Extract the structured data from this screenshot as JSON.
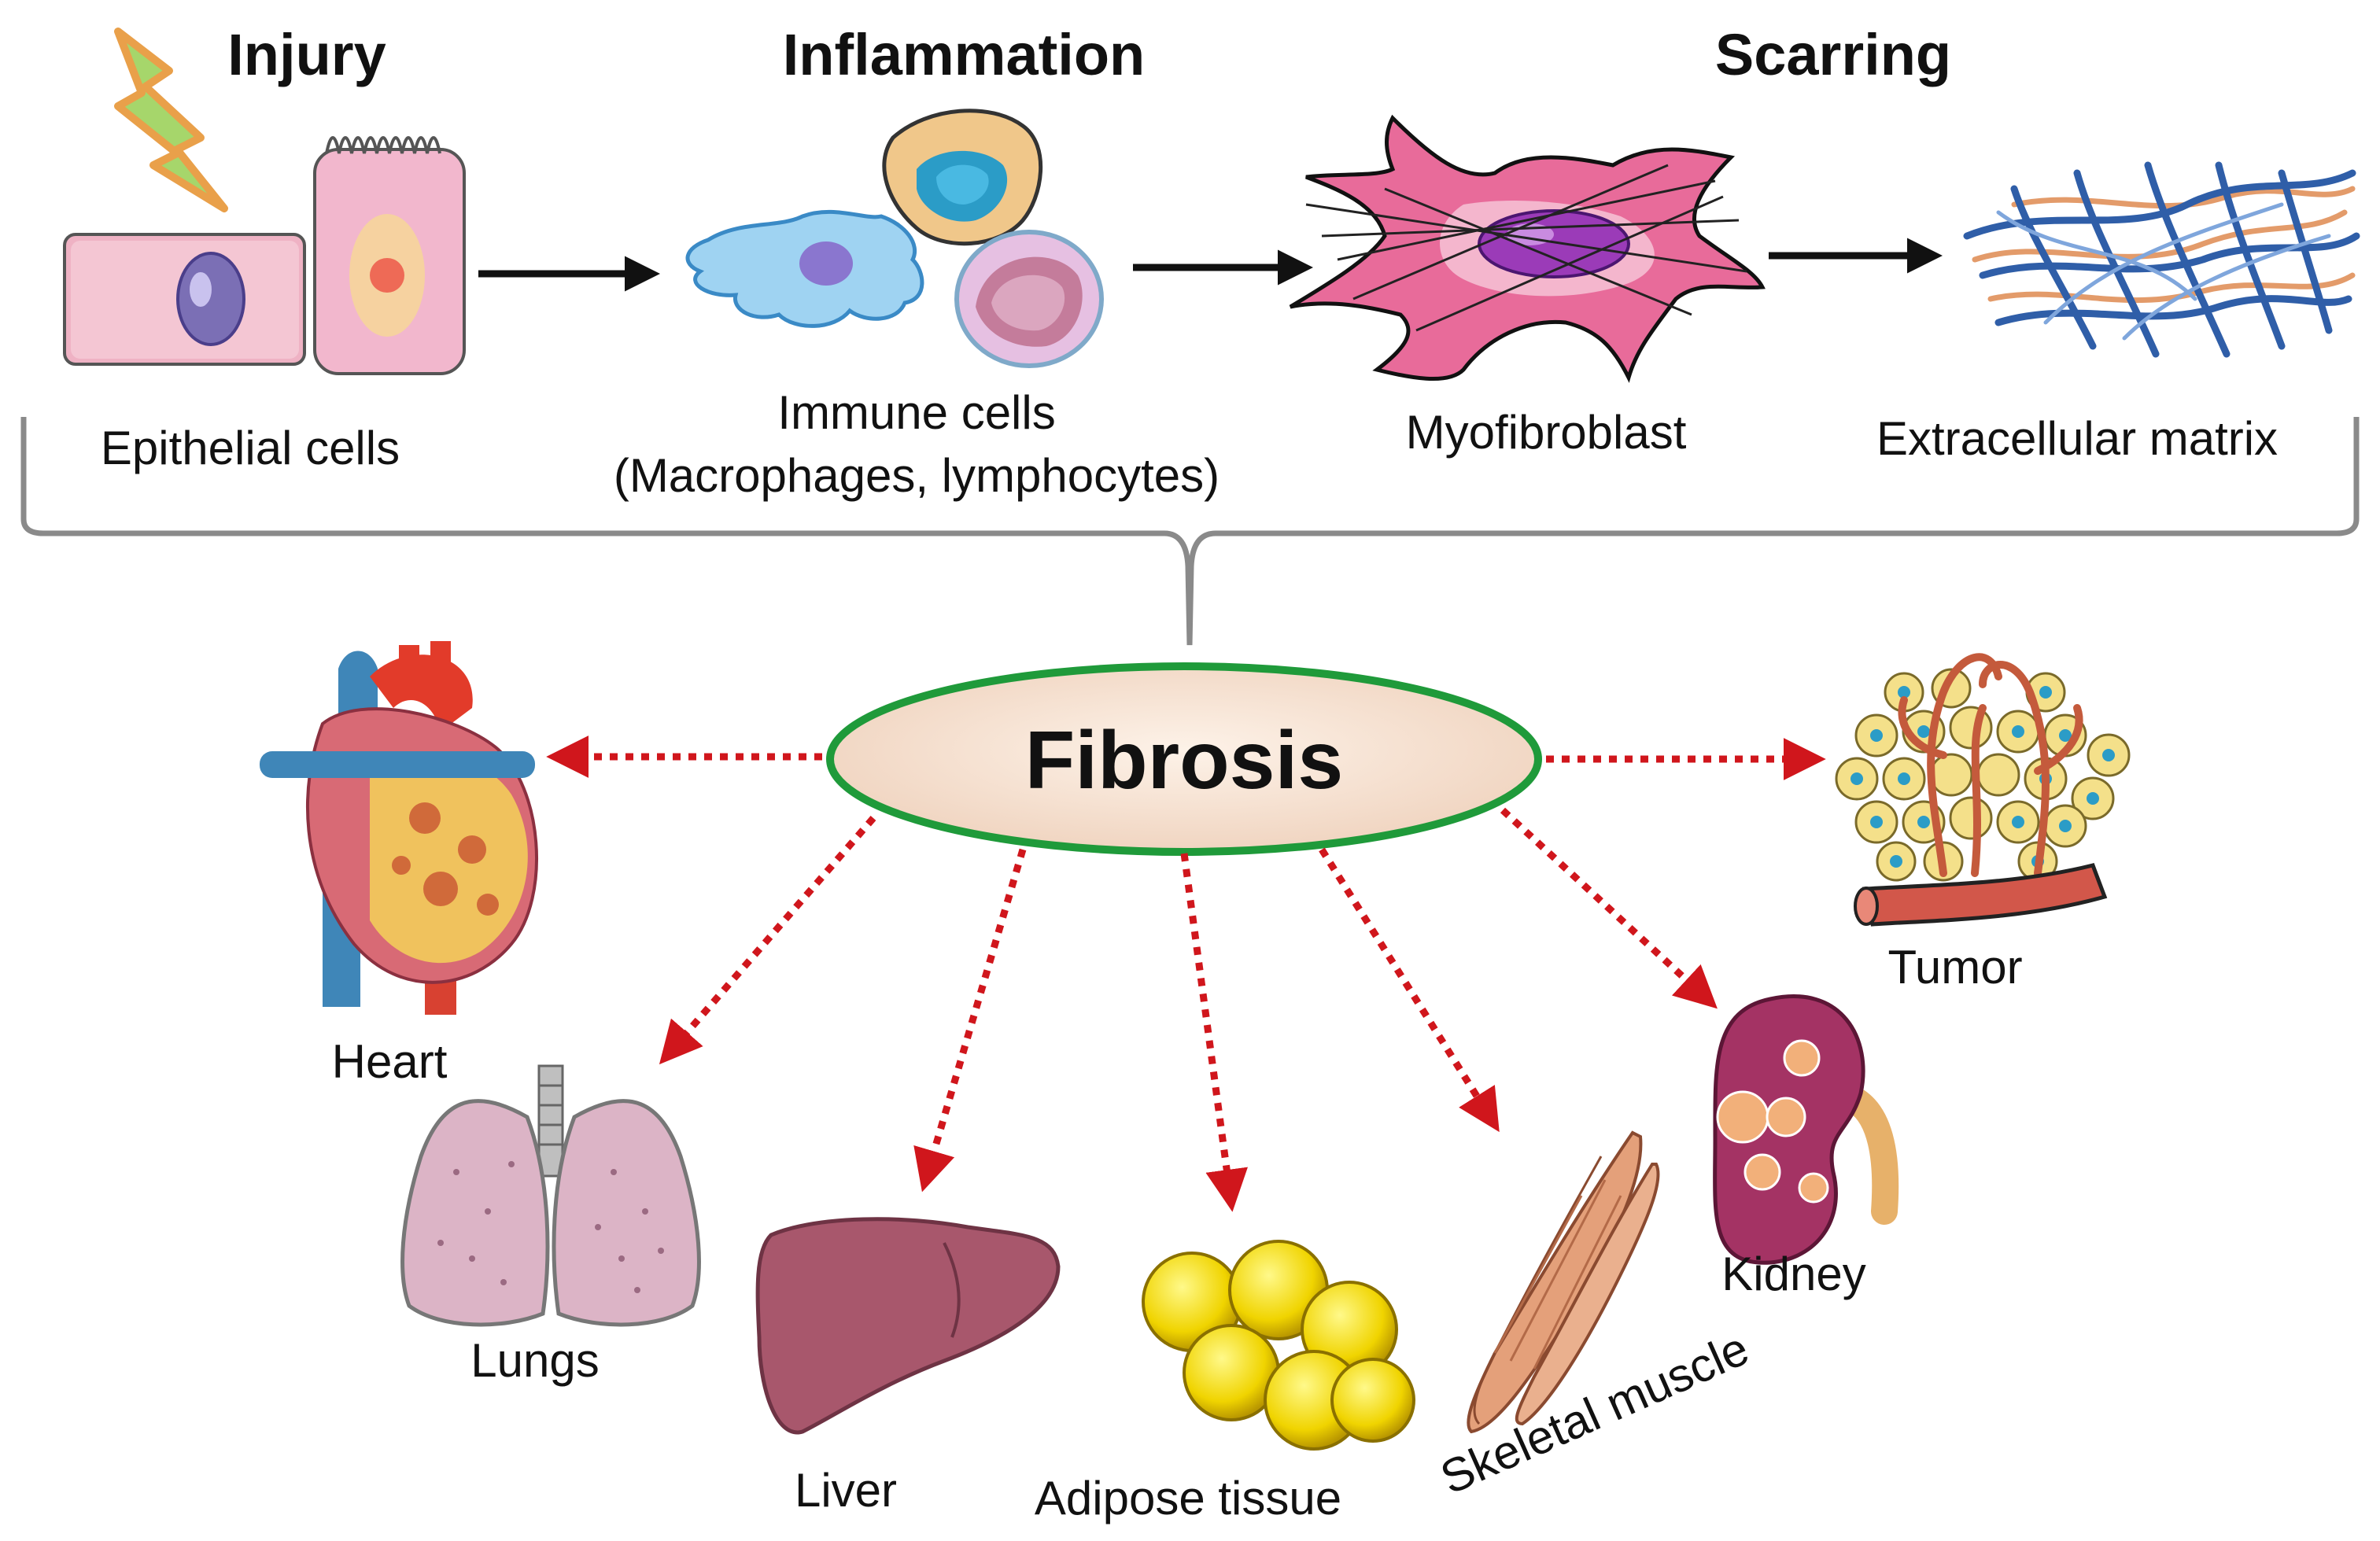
{
  "stages": {
    "injury": "Injury",
    "inflammation": "Inflammation",
    "scarring": "Scarring"
  },
  "cells": {
    "epithelial": "Epithelial cells",
    "immune_line1": "Immune cells",
    "immune_line2": "(Macrophages, lymphocytes)",
    "myofibroblast": "Myofibroblast",
    "ecm": "Extracellular matrix"
  },
  "center": "Fibrosis",
  "organs": {
    "heart": "Heart",
    "lungs": "Lungs",
    "liver": "Liver",
    "adipose": "Adipose tissue",
    "muscle": "Skeletal muscle",
    "kidney": "Kidney",
    "tumor": "Tumor"
  },
  "colors": {
    "arrow_black": "#111111",
    "arrow_red": "#d0161c",
    "brace": "#8a8a8a",
    "ellipse_stroke": "#1f9a3a",
    "ellipse_fill": "#f6e3d3"
  },
  "icons": [
    "lightning-icon",
    "epithelial-cell-icon",
    "macrophage-icon",
    "lymphocyte-icon",
    "myofibroblast-icon",
    "extracellular-matrix-icon",
    "heart-icon",
    "lungs-icon",
    "liver-icon",
    "adipose-icon",
    "muscle-icon",
    "kidney-icon",
    "tumor-icon"
  ]
}
